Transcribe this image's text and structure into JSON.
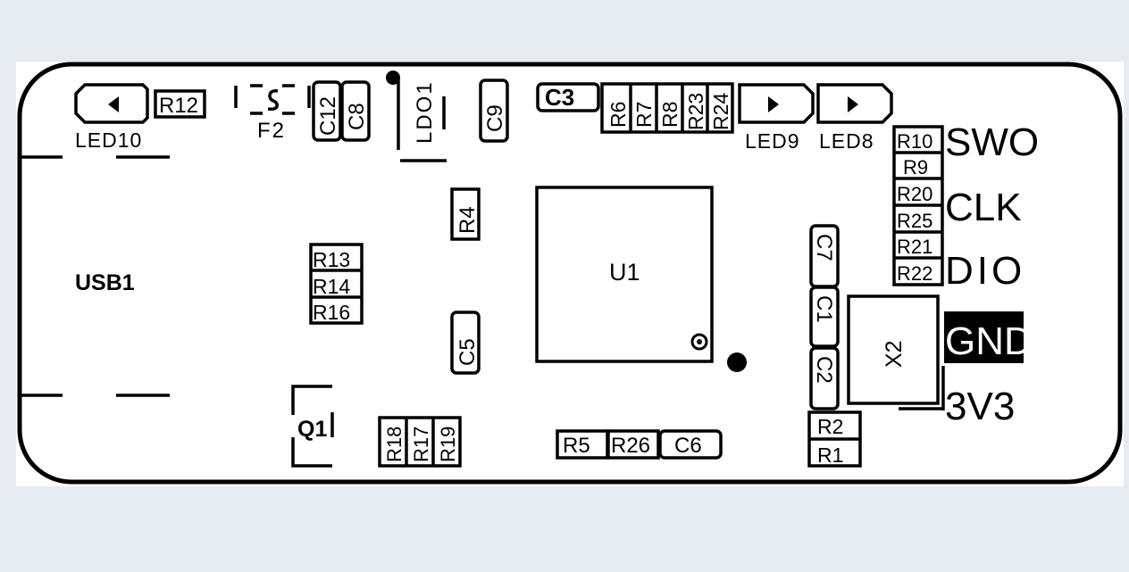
{
  "colors": {
    "background": "#e6ebf0",
    "canvas": "#ffffff",
    "ink": "#000000",
    "highlight_text": "#ffffff"
  },
  "board": {
    "connector_label": "USB1",
    "ic_label": "U1",
    "crystal_label": "X2",
    "transistor_label": "Q1",
    "fuse_label": "F2",
    "regulator_label": "LDO1"
  },
  "leds": {
    "led10": "LED10",
    "led9": "LED9",
    "led8": "LED8"
  },
  "resistors": {
    "r1": "R1",
    "r2": "R2",
    "r4": "R4",
    "r5": "R5",
    "r6": "R6",
    "r7": "R7",
    "r8": "R8",
    "r9": "R9",
    "r10": "R10",
    "r12": "R12",
    "r13": "R13",
    "r14": "R14",
    "r16": "R16",
    "r17": "R17",
    "r18": "R18",
    "r19": "R19",
    "r20": "R20",
    "r21": "R21",
    "r22": "R22",
    "r23": "R23",
    "r24": "R24",
    "r25": "R25",
    "r26": "R26"
  },
  "capacitors": {
    "c1": "C1",
    "c2": "C2",
    "c3": "C3",
    "c5": "C5",
    "c6": "C6",
    "c7": "C7",
    "c8": "C8",
    "c9": "C9",
    "c12": "C12"
  },
  "pins": {
    "swo": "SWO",
    "clk": "CLK",
    "dio": "DIO",
    "gnd": "GND",
    "v3v3": "3V3"
  }
}
